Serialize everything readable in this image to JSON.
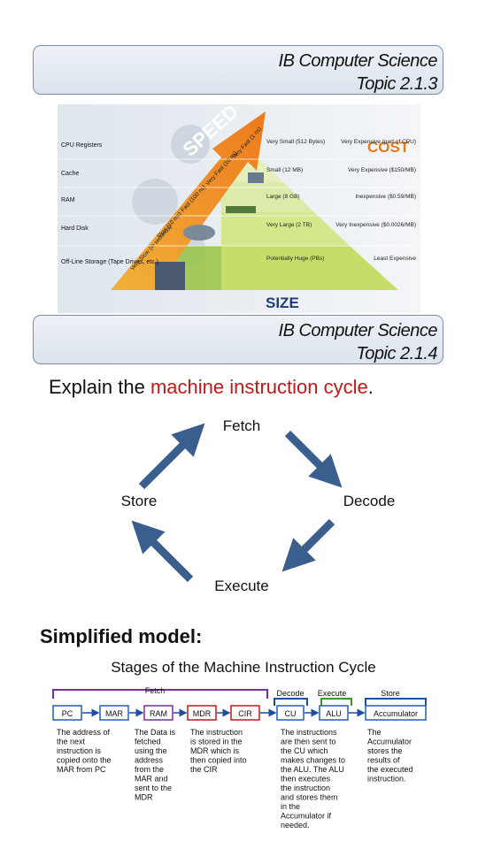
{
  "banner1": {
    "line1": "IB Computer Science",
    "line2": "Topic 2.1.3"
  },
  "banner2": {
    "line1": "IB Computer Science",
    "line2": "Topic 2.1.4"
  },
  "pyramid": {
    "speed_label": "SPEED",
    "cost_label": "COST",
    "size_label": "SIZE",
    "levels": [
      {
        "name": "CPU Registers",
        "speed": "Very Fast (1 ns)",
        "size": "Very Small (512 Bytes)",
        "cost": "Very Expensive (part of CPU)"
      },
      {
        "name": "Cache",
        "speed": "Very Fast (10 ns)",
        "size": "Small (12 MB)",
        "cost": "Very Expensive ($150/MB)"
      },
      {
        "name": "RAM",
        "speed": "Fast (100 ns)",
        "size": "Large (8 GB)",
        "cost": "Inexpensive ($0.59/MB)"
      },
      {
        "name": "Hard Disk",
        "speed": "Slow (10 ms)",
        "size": "Very Large (2 TB)",
        "cost": "Very Inexpensive ($0.0026/MB)"
      },
      {
        "name": "Off-Line Storage (Tape Drives, etc.)",
        "speed": "Very Slow (in seconds)",
        "size": "Potentially Huge (PBs)",
        "cost": "Least Expensive"
      }
    ]
  },
  "heading": {
    "prefix": "Explain the ",
    "highlight": "machine instruction cycle",
    "suffix": "."
  },
  "cycle": {
    "top": "Fetch",
    "right": "Decode",
    "bottom": "Execute",
    "left": "Store"
  },
  "simplified_label": "Simplified model:",
  "model": {
    "title": "Stages of the Machine Instruction Cycle",
    "groups": [
      "Fetch",
      "Decode",
      "Execute",
      "Store"
    ],
    "boxes": [
      {
        "label": "PC",
        "color": "#1f5fc0"
      },
      {
        "label": "MAR",
        "color": "#1f5fc0"
      },
      {
        "label": "RAM",
        "color": "#7a2ea0"
      },
      {
        "label": "MDR",
        "color": "#c0191b"
      },
      {
        "label": "CIR",
        "color": "#c0191b"
      },
      {
        "label": "CU",
        "color": "#1f5fc0"
      },
      {
        "label": "ALU",
        "color": "#1f5fc0"
      },
      {
        "label": "Accumulator",
        "color": "#1f5fc0"
      }
    ],
    "descriptions": [
      "The address of the next instruction is copied onto the MAR from PC",
      "The Data is fetched using the address from the MAR and sent to the MDR",
      "The instruction is stored in the MDR which is then copied into the CIR",
      "The instructions are then sent to the CU which makes changes to the ALU. The ALU then executes the instruction and stores them in the Accumulator if needed.",
      "The Accumulator stores the results of the executed instruction."
    ]
  }
}
